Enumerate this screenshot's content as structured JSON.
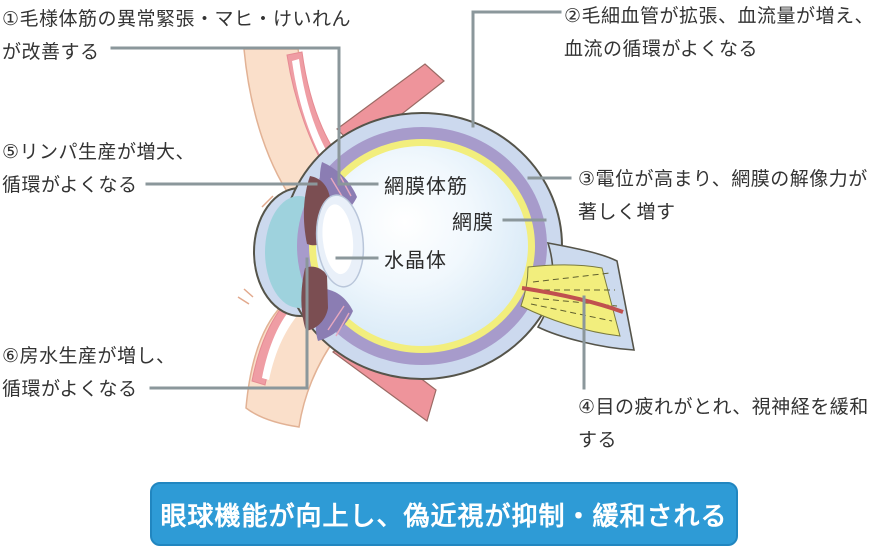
{
  "figure": {
    "type": "eye-anatomy-diagram",
    "background": "#ffffff",
    "annotations": [
      {
        "number": "1",
        "lines": [
          "①毛様体筋の異常緊張・マヒ・けいれん",
          "が改善する"
        ]
      },
      {
        "number": "2",
        "lines": [
          "②毛細血管が拡張、血流量が増え、",
          "血流の循環がよくなる"
        ]
      },
      {
        "number": "3",
        "lines": [
          "③電位が高まり、網膜の解像力が",
          "著しく増す"
        ]
      },
      {
        "number": "4",
        "lines": [
          "④目の疲れがとれ、視神経を緩和",
          "する"
        ]
      },
      {
        "number": "5",
        "lines": [
          "⑤リンパ生産が増大、",
          "循環がよくなる"
        ]
      },
      {
        "number": "6",
        "lines": [
          "⑥房水生産が増し、",
          "循環がよくなる"
        ]
      }
    ],
    "part_labels": {
      "ciliary_muscle": "網膜体筋",
      "retina": "網膜",
      "lens": "水晶体"
    },
    "banner": {
      "text": "眼球機能が向上し、偽近視が抑制・緩和される",
      "background": "#2e9bd6",
      "text_color": "#ffffff"
    },
    "colors": {
      "connector_gray": "#8b979b",
      "outline": "#55544a",
      "sclera": "#ccd9ee",
      "choroid_purple": "#a79bcb",
      "retina_yellow": "#f2ee7d",
      "vitreous_blue": "#d6e8f6",
      "aqueous_teal": "#9ed2dd",
      "iris_brown": "#7b4e52",
      "ciliary_purple": "#8b7db3",
      "lens_white": "#ffffff",
      "eyelid_peach": "#fadfca",
      "lid_pink": "#ef9da4",
      "muscle_salmon": "#ee949b",
      "nerve_sheath": "#ccdaee",
      "nerve_stripe_red": "#c0504f",
      "banner_blue": "#2e9bd6"
    }
  }
}
